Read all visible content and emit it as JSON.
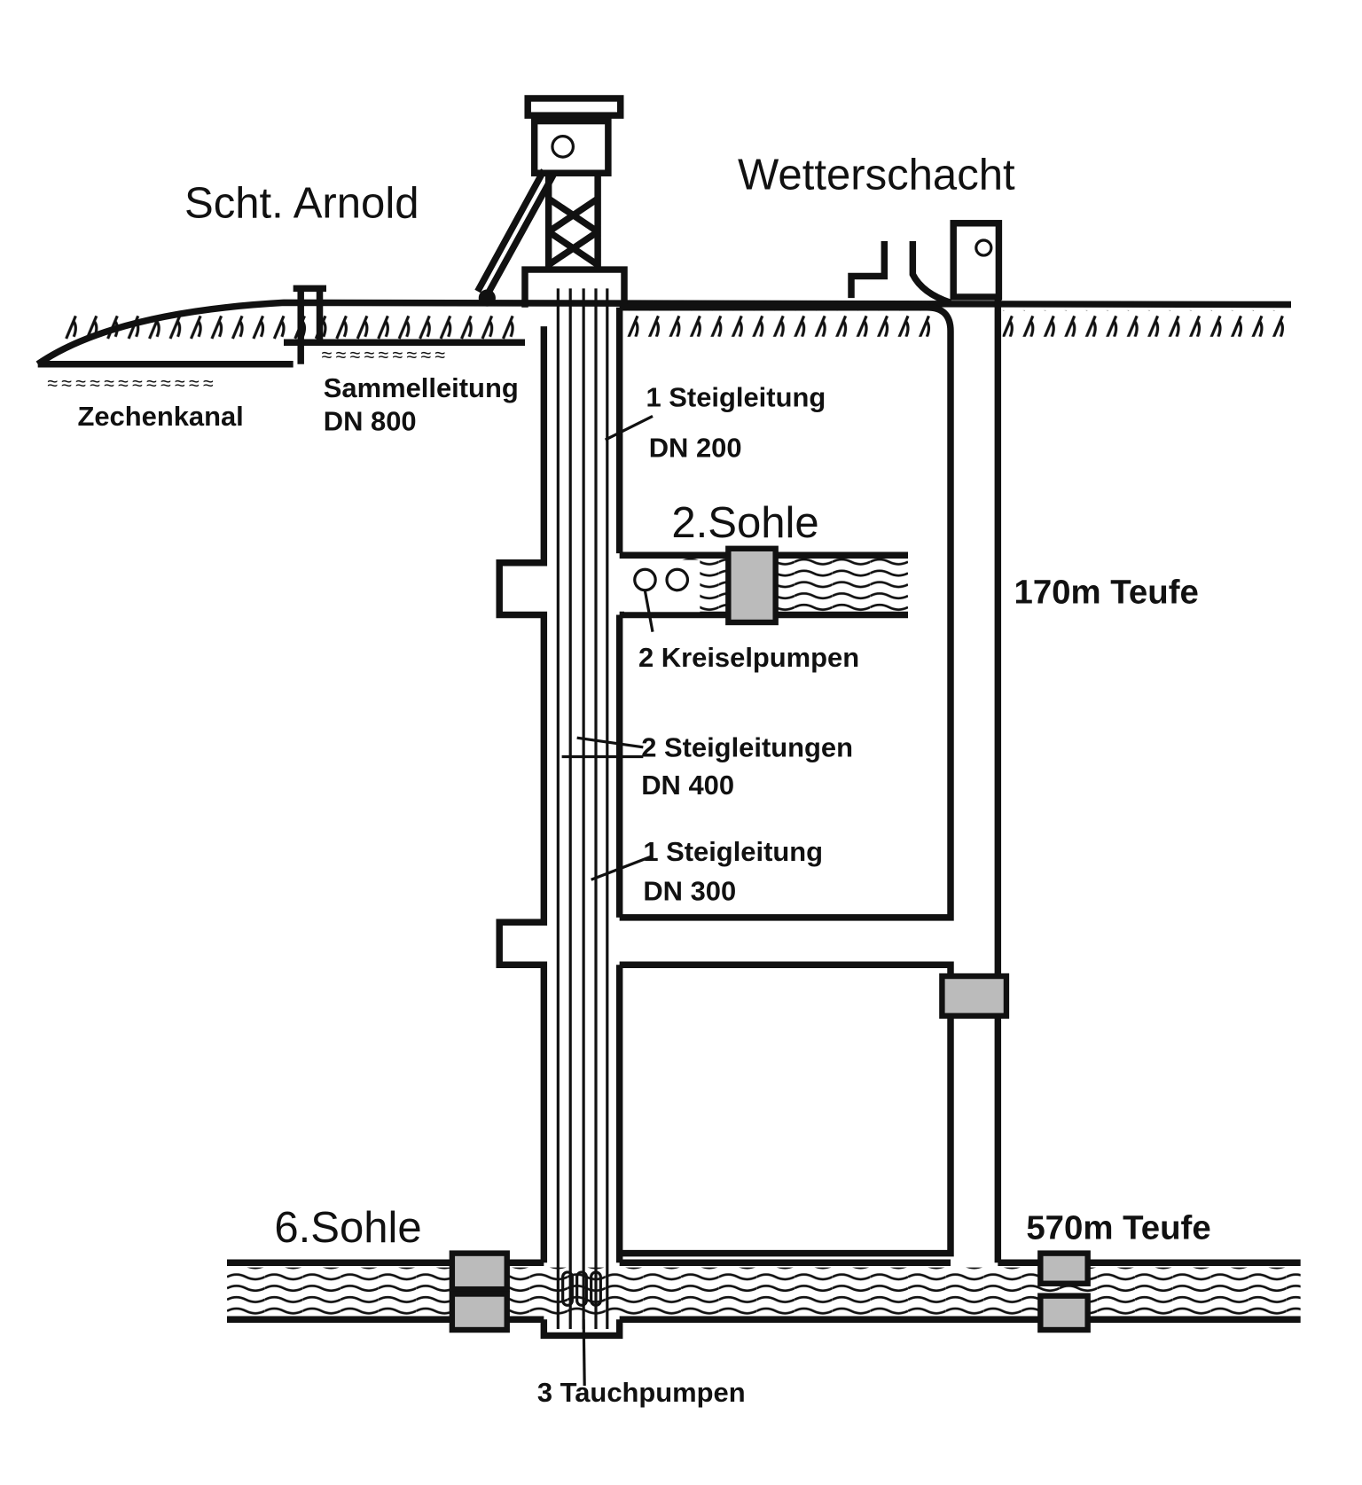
{
  "labels": {
    "shaft_arnold": "Scht. Arnold",
    "wetterschacht": "Wetterschacht",
    "zechenkanal": "Zechenkanal",
    "sammelleitung": "Sammelleitung",
    "sammelleitung_dn": "DN 800",
    "steig1": "1 Steigleitung",
    "steig1_dn": "DN 200",
    "sohle2": "2.Sohle",
    "teufe170": "170m Teufe",
    "kreiselpumpen": "2 Kreiselpumpen",
    "steig2": "2 Steigleitungen",
    "steig2_dn": "DN 400",
    "steig3": "1 Steigleitung",
    "steig3_dn": "DN 300",
    "sohle6": "6.Sohle",
    "teufe570": "570m Teufe",
    "tauchpumpen": "3 Tauchpumpen"
  }
}
